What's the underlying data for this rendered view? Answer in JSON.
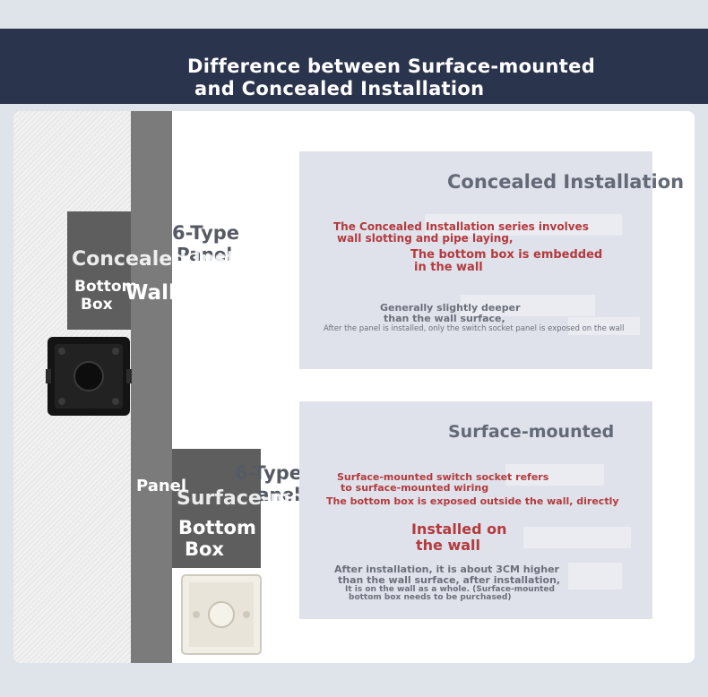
{
  "banner": {
    "title_line1": "Difference between Surface-mounted",
    "title_line2": "and Concealed Installation"
  },
  "diagram": {
    "top": {
      "type_label": "6-Type",
      "panel_label": "Panel",
      "overlay_label": "Concealed Installation",
      "bottom_label": "Bottom",
      "box_label": "Box",
      "wall_label": "Wall"
    },
    "bottom": {
      "type_label": "6-Type",
      "panel_label_overlap": "anel",
      "panel_label": "Panel",
      "overlay_label": "Surface-mo",
      "bottom_label": "Bottom",
      "box_label": "Box"
    }
  },
  "concealed": {
    "heading": "Concealed Installation",
    "red_line1": "The Concealed Installation series involves",
    "red_line2": "wall slotting and pipe laying,",
    "red_line3": "The bottom box is embedded",
    "red_line4": "in the wall",
    "note_line1": "Generally slightly deeper",
    "note_line2": "than the wall surface,",
    "note_line3": "After the panel is installed, only the switch socket panel is exposed on the wall"
  },
  "surface": {
    "heading": "Surface-mounted",
    "red_line1": "Surface-mounted switch socket refers",
    "red_line2": "to surface-mounted wiring",
    "red_line3": "The bottom box is exposed outside the wall, directly",
    "red_line4": "Installed on",
    "red_line5": "the wall",
    "note_line1": "After installation, it is about 3CM higher",
    "note_line2": "than the wall surface, after installation,",
    "note_line3": "It is on the wall as a whole. (Surface-mounted",
    "note_line4": "bottom box needs to be purchased)"
  },
  "colors": {
    "banner": "#2b344d",
    "accent_red": "#b33a3d",
    "panel_bg": "#dfe2eb",
    "wall": "#7b7b7b"
  }
}
